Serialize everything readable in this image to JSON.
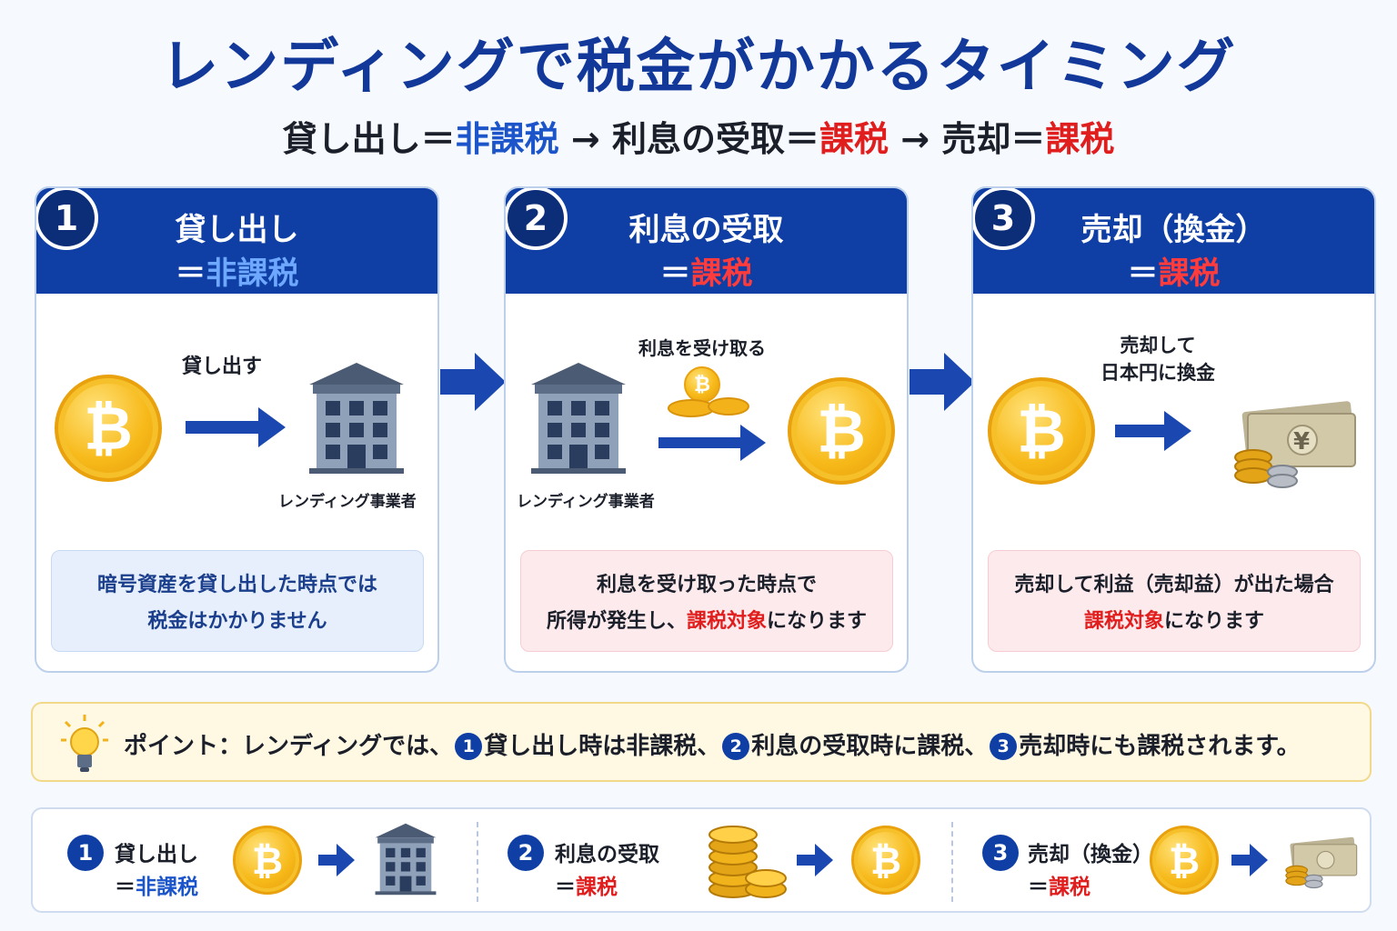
{
  "title": "レンディングで税金がかかるタイミング",
  "subtitle": {
    "lend": "貸し出し＝",
    "lend_value": "非課税",
    "arrow1": " → ",
    "interest": "利息の受取＝",
    "interest_value": "課税",
    "arrow2": " → ",
    "sell": "売却＝",
    "sell_value": "課税"
  },
  "steps": [
    {
      "number": "1",
      "heading": "貸し出し",
      "eq": "＝",
      "status": "非課税",
      "action_label": "貸し出す",
      "entity_label": "レンディング事業者",
      "note_line1": "暗号資産を貸し出した時点では",
      "note_line2": "税金はかかりません"
    },
    {
      "number": "2",
      "heading": "利息の受取",
      "eq": "＝",
      "status": "課税",
      "action_label": "利息を受け取る",
      "entity_label": "レンディング事業者",
      "note_line1": "利息を受け取った時点で",
      "note_line2_pre": "所得が発生し、",
      "note_line2_red": "課税対象",
      "note_line2_post": "になります"
    },
    {
      "number": "3",
      "heading": "売却（換金）",
      "eq": "＝",
      "status": "課税",
      "action_label_line1": "売却して",
      "action_label_line2": "日本円に換金",
      "note_line1": "売却して利益（売却益）が出た場合",
      "note_line2_red": "課税対象",
      "note_line2_post": "になります"
    }
  ],
  "point": {
    "prefix": "ポイント：レンディングでは、",
    "n1": "1",
    "p1": "貸し出し時は非課税、",
    "n2": "2",
    "p2": "利息の受取時に課税、",
    "n3": "3",
    "p3": "売却時にも課税されます。"
  },
  "summary": [
    {
      "number": "1",
      "label": "貸し出し",
      "eq": "＝",
      "status": "非課税"
    },
    {
      "number": "2",
      "label": "利息の受取",
      "eq": "＝",
      "status": "課税"
    },
    {
      "number": "3",
      "label": "売却（換金）",
      "eq": "＝",
      "status": "課税"
    }
  ],
  "icons": {
    "coin": "bitcoin-coin-icon",
    "building": "building-icon",
    "cash": "cash-icon",
    "bulb": "lightbulb-icon",
    "bitcoin_glyph": "₿",
    "yen_glyph": "¥"
  },
  "colors": {
    "navy": "#0f3fa5",
    "blue": "#1c55c9",
    "red": "#e01e1e",
    "coin": "#f7b919"
  }
}
